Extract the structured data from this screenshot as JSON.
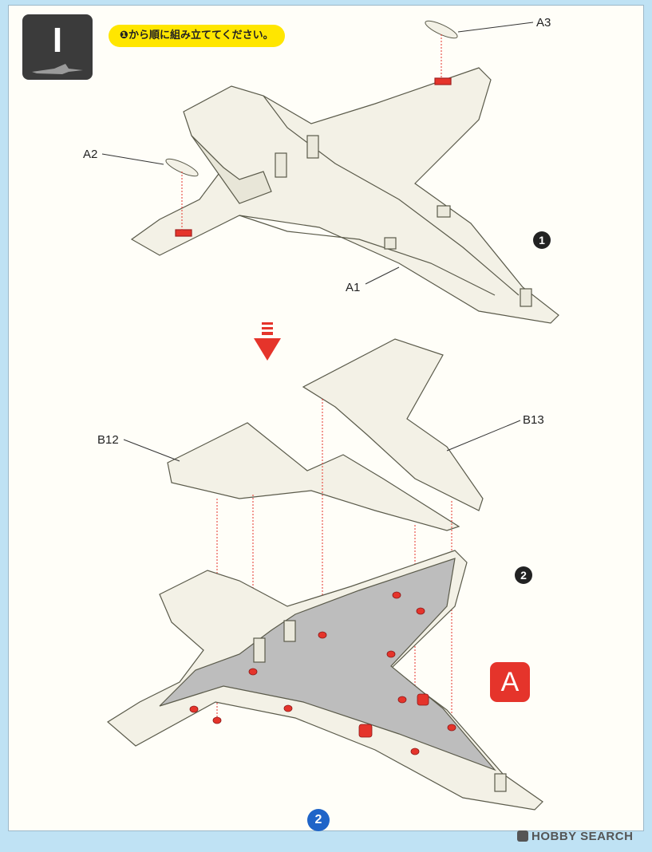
{
  "step": {
    "number": "I"
  },
  "instruction": "❶から順に組み立ててください。",
  "parts": {
    "a1": "A1",
    "a2": "A2",
    "a3": "A3",
    "b12": "B12",
    "b13": "B13"
  },
  "substeps": {
    "first": "1",
    "second": "2"
  },
  "marker": "A",
  "page_number": "2",
  "watermark": "HOBBY SEARCH",
  "colors": {
    "background": "#bfe2f4",
    "part_fill": "#f3f1e6",
    "glue_area": "#bdbdbd",
    "marker_red": "#e5342b",
    "instruction_yellow": "#ffe600",
    "page_number_blue": "#1f64c8"
  }
}
